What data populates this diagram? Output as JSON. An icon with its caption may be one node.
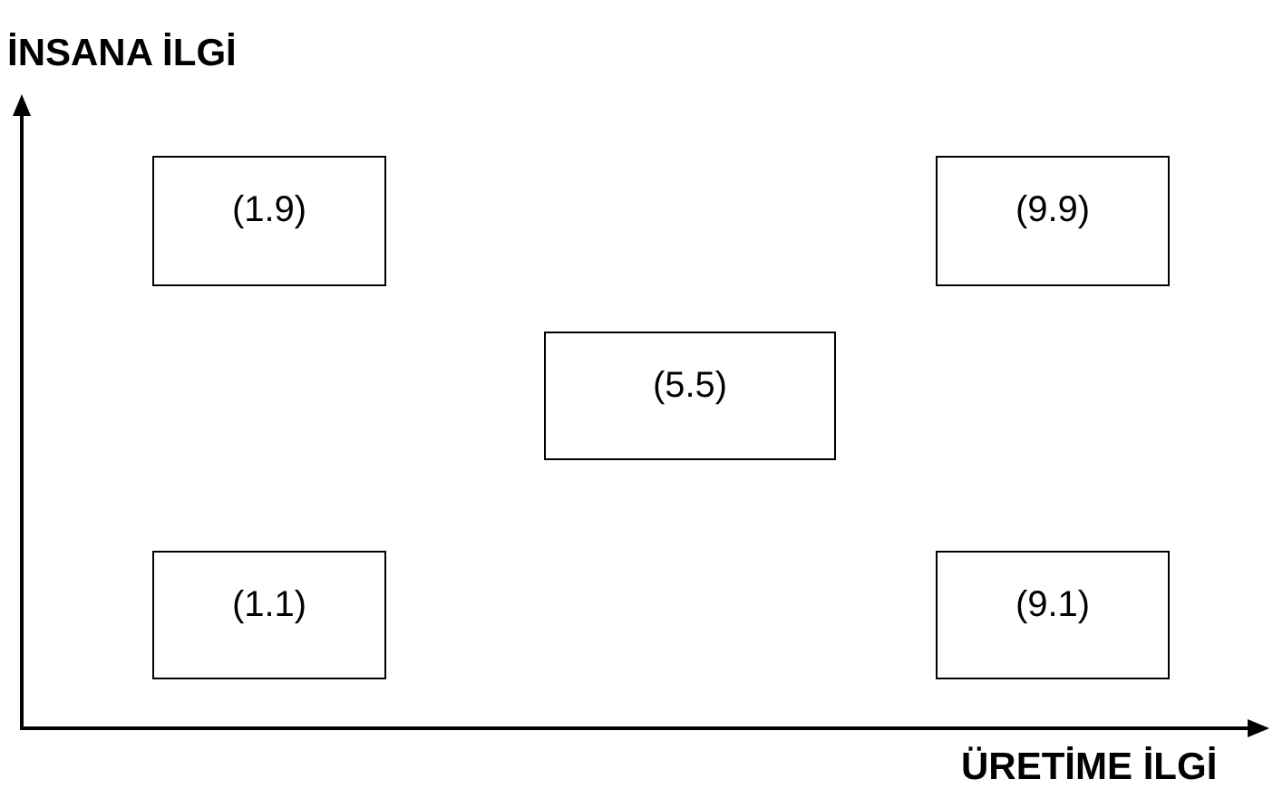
{
  "diagram": {
    "nodes": [
      {
        "text": [
          "(1.9)"
        ]
      },
      {
        "text": [
          "(9.9)"
        ]
      },
      {
        "text": [
          "(5.5)"
        ]
      },
      {
        "text": [
          "(1.1)"
        ]
      },
      {
        "text": [
          "(9.1)"
        ]
      }
    ],
    "labels": [
      "İNSANA İLGİ",
      "ÜRETİME İLGİ"
    ]
  }
}
